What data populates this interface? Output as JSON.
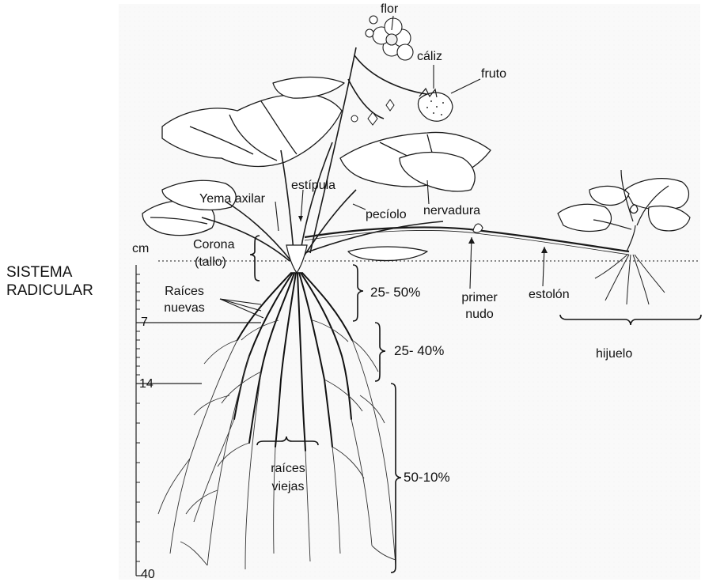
{
  "labels": {
    "flor": "flor",
    "caliz": "cáliz",
    "fruto": "fruto",
    "yema_axilar": "Yema axilar",
    "estipula": "estípula",
    "peciolo": "pecíolo",
    "nervadura": "nervadura",
    "cm": "cm",
    "corona": "Corona",
    "tallo": "(tallo)",
    "sistema": "SISTEMA",
    "radicular": "RADICULAR",
    "raices": "Raíces",
    "nuevas": "nuevas",
    "primer": "primer",
    "nudo": "nudo",
    "estolon": "estolón",
    "hijuelo": "hijuelo",
    "raices_viejas_1": "raíces",
    "raices_viejas_2": "viejas"
  },
  "percentages": {
    "upper": "25- 50%",
    "middle": "25- 40%",
    "lower": "50-10%"
  },
  "depth_ticks": {
    "t7": "7",
    "t14": "14",
    "t40": "40"
  },
  "colors": {
    "line": "#1a1a1a",
    "leaf": "#ffffff",
    "background": "#ffffff"
  }
}
